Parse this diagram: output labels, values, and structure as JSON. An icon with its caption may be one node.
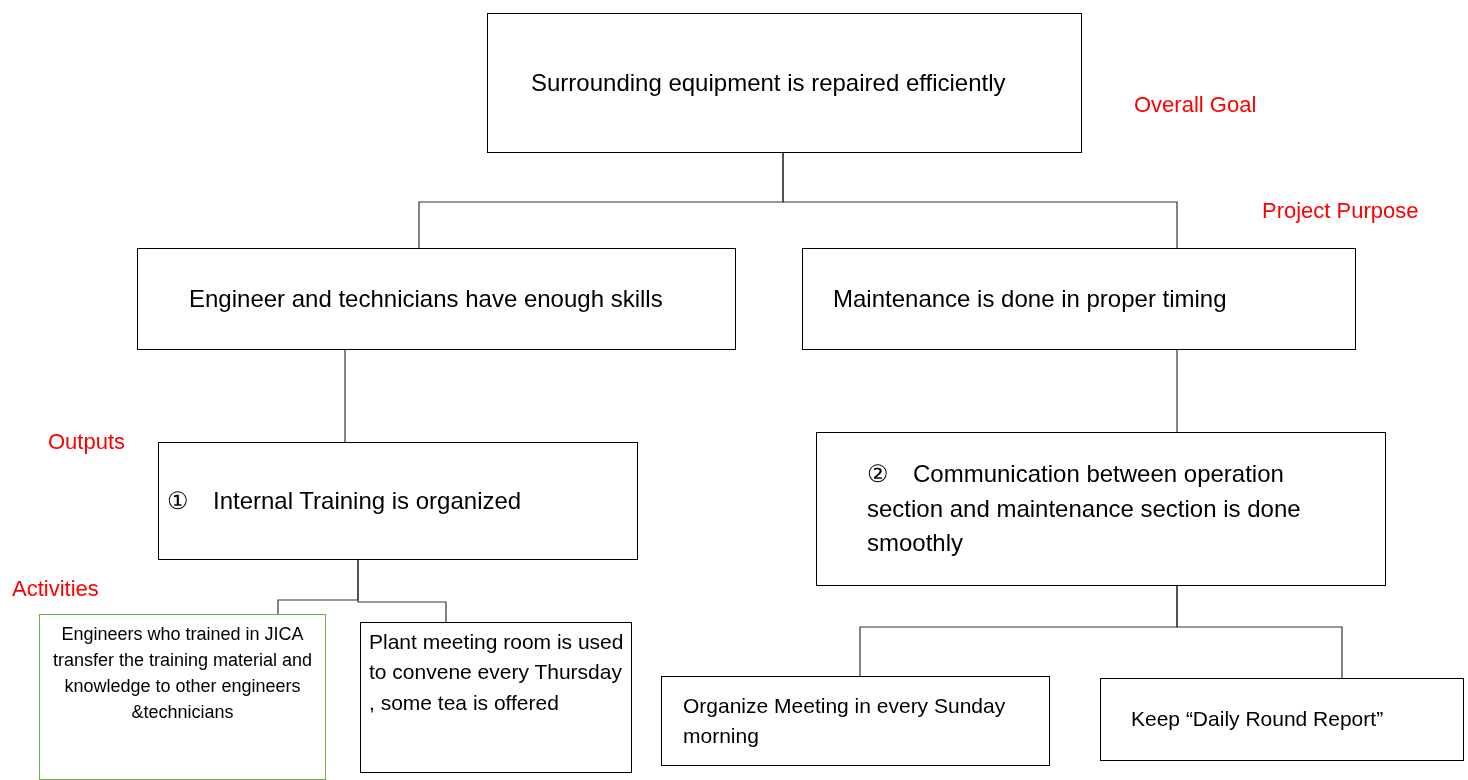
{
  "diagram": {
    "nodes": [
      {
        "text": [
          "Surrounding equipment is repaired efficiently"
        ]
      },
      {
        "text": [
          "Engineer and technicians have enough skills"
        ]
      },
      {
        "text": [
          "Maintenance is done in proper timing"
        ]
      },
      {
        "text": [
          "①　Internal Training is organized"
        ]
      },
      {
        "text": [
          "②　Communication between operation section and maintenance section is done smoothly"
        ]
      },
      {
        "text": [
          "Engineers who trained in JICA transfer the training material and knowledge to other engineers &technicians"
        ]
      },
      {
        "text": [
          "Plant meeting room is used to convene every Thursday , some tea is offered"
        ]
      },
      {
        "text": [
          "Organize Meeting in every Sunday morning"
        ]
      },
      {
        "text": [
          "Keep “Daily Round Report”"
        ]
      }
    ],
    "edges": [
      {
        "from": 0,
        "to": 1,
        "arrow": "none"
      },
      {
        "from": 0,
        "to": 2,
        "arrow": "none"
      },
      {
        "from": 1,
        "to": 3,
        "arrow": "none"
      },
      {
        "from": 2,
        "to": 4,
        "arrow": "none"
      },
      {
        "from": 3,
        "to": 5,
        "arrow": "none"
      },
      {
        "from": 3,
        "to": 6,
        "arrow": "none"
      },
      {
        "from": 4,
        "to": 7,
        "arrow": "none"
      },
      {
        "from": 4,
        "to": 8,
        "arrow": "none"
      }
    ],
    "labels": [
      "Overall Goal",
      "Project Purpose",
      "Outputs",
      "Activities"
    ]
  }
}
